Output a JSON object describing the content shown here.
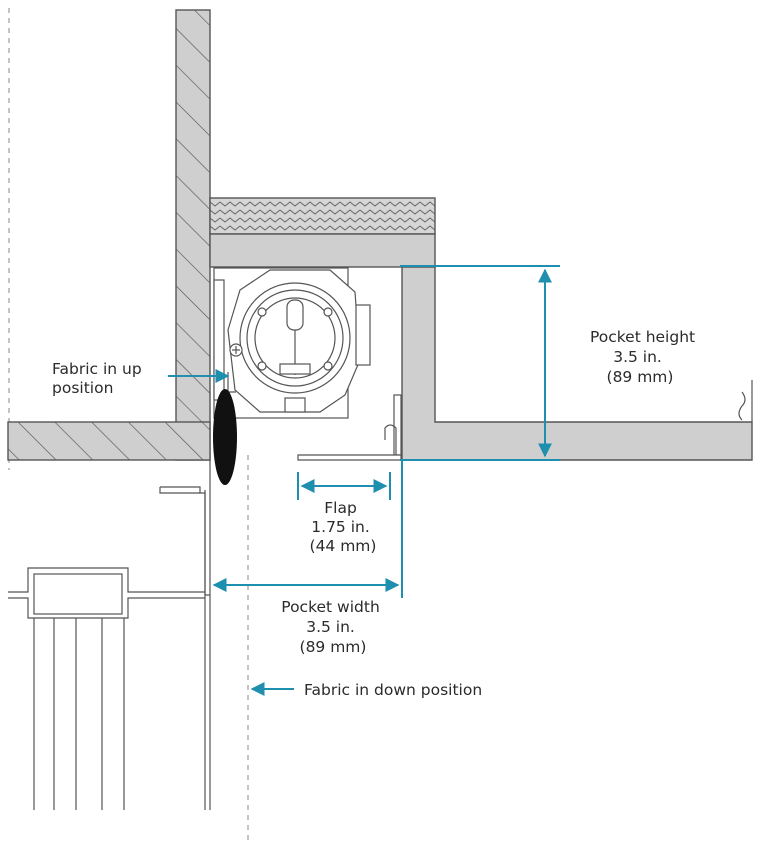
{
  "labels": {
    "fabric_up": [
      "Fabric in up",
      "position"
    ],
    "pocket_height": [
      "Pocket height",
      "3.5 in.",
      "(89 mm)"
    ],
    "flap": [
      "Flap",
      "1.75 in.",
      "(44 mm)"
    ],
    "pocket_width": [
      "Pocket width",
      "3.5 in.",
      "(89 mm)"
    ],
    "fabric_down": "Fabric in down position"
  },
  "colors": {
    "dimension": "#1f8fb0",
    "wall_fill": "#cfcfcf",
    "line": "#555555",
    "fabric": "#111111"
  }
}
